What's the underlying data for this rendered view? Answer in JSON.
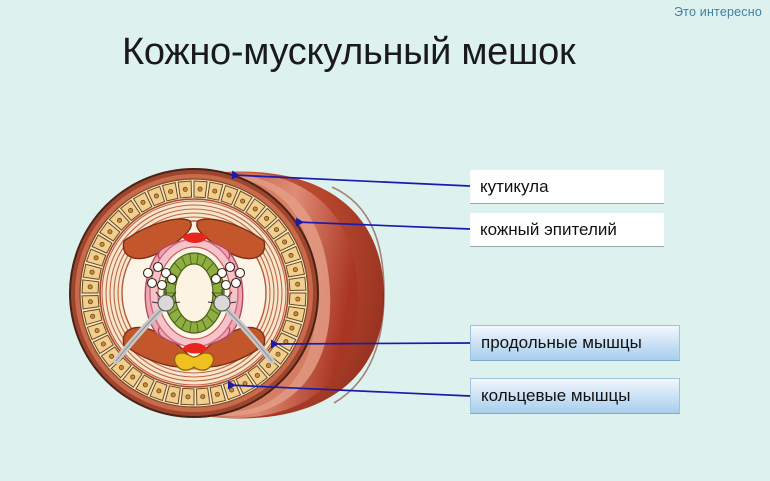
{
  "slide": {
    "corner_tag": "Это интересно",
    "title": "Кожно-мускульный мешок",
    "background_color": "#ddf2ee"
  },
  "colors": {
    "background": "#ddf2ee",
    "title_text": "#1a1a1a",
    "corner_tag_text": "#3f7fa6",
    "leader_line": "#1a1aaf",
    "white_box_fill": "#ffffff",
    "white_box_rule": "#9aa8a8",
    "blue_box_fill_top": "#f2f8fd",
    "blue_box_fill_bottom": "#a9cfec",
    "blue_box_border": "#9fc2dd",
    "cuticle_outer": "#b5543c",
    "epithelium_cell": "#f2cf8e",
    "circular_muscle": "#f6e2d2",
    "longitudinal_muscle": "#c8562a",
    "coelom_lining": "#eda9b4",
    "intestine_cells": "#8aad3e",
    "body_segment": "#a83a26",
    "nerve_cord": "#f0c020",
    "seta": "#c9c9c9"
  },
  "callouts": [
    {
      "id": "cuticle",
      "label": "кутикула",
      "style": "white"
    },
    {
      "id": "epithelium",
      "label": "кожный эпителий",
      "style": "white"
    },
    {
      "id": "longitudinal",
      "label": "продольные мышцы",
      "style": "blue"
    },
    {
      "id": "circular",
      "label": "кольцевые мышцы",
      "style": "blue"
    }
  ],
  "diagram": {
    "name": "earthworm-cross-section",
    "description": "Поперечный срез дождевого червя"
  }
}
